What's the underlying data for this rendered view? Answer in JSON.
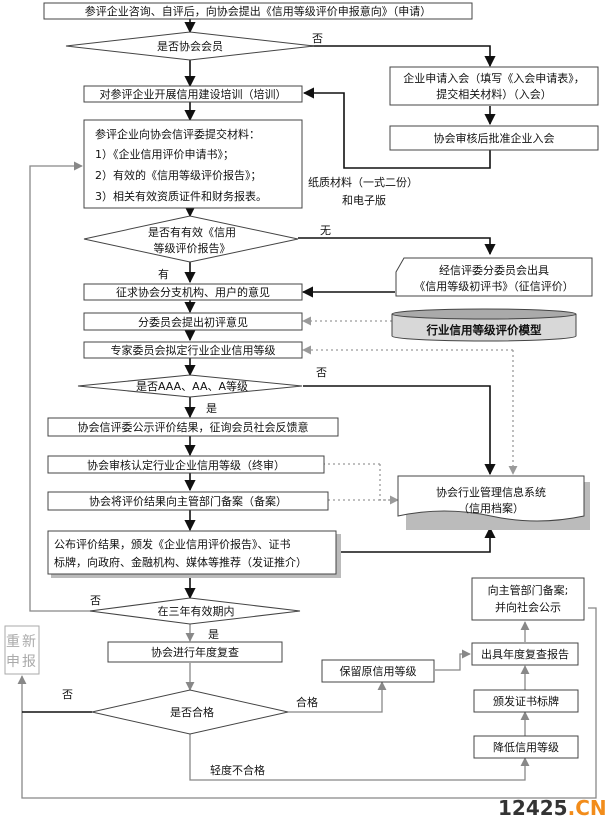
{
  "nodes": {
    "apply_intent": "参评企业咨询、自评后，向协会提出《信用等级评价申报意向》（申请）",
    "is_member": "是否协会会员",
    "join_apply_1": "企业申请入会（填写《入会申请表》，",
    "join_apply_2": "提交相关材料）（入会）",
    "join_approve": "协会审核后批准企业入会",
    "training": "对参评企业开展信用建设培训（培训）",
    "submit_title": "参评企业向协会信评委提交材料：",
    "submit_1": "1）《企业信用评价申请书》；",
    "submit_2": "2）有效的《信用等级评价报告》；",
    "submit_3": "3）相关有效资质证件和财务报表。",
    "paper_1": "纸质材料（一式二份）",
    "paper_2": "和电子版",
    "has_report_1": "是否有有效《信用",
    "has_report_2": "等级评价报告》",
    "subcommittee_1": "经信评委分委员会出具",
    "subcommittee_2": "《信用等级初评书》（征信评价）",
    "solicit": "征求协会分支机构、用户的意见",
    "initial_opinion": "分委员会提出初评意见",
    "model": "行业信用等级评价模型",
    "expert_draft": "专家委员会拟定行业企业信用等级",
    "is_aaa": "是否AAA、AA、A等级",
    "publicize": "协会信评委公示评价结果，征询会员社会反馈意",
    "final_review": "协会审核认定行业企业信用等级（终审）",
    "filing": "协会将评价结果向主管部门备案（备案）",
    "mis_1": "协会行业管理信息系统",
    "mis_2": "（信用档案）",
    "publish_1": "公布评价结果，颁发《企业信用评价报告》、证书",
    "publish_2": "标牌，向政府、金融机构、媒体等推荐（发证推介）",
    "report_competent_1": "向主管部门备案;",
    "report_competent_2": "并向社会公示",
    "in_validity": "在三年有效期内",
    "annual_review": "协会进行年度复查",
    "keep_grade": "保留原信用等级",
    "annual_report": "出具年度复查报告",
    "is_pass": "是否合格",
    "issue_cert": "颁发证书标牌",
    "lower_grade": "降低信用等级",
    "reapply": "重新申报"
  },
  "labels": {
    "no": "否",
    "no_alt": "无",
    "yes_have": "有",
    "yes": "是",
    "pass": "合格",
    "minor_fail": "轻度不合格"
  },
  "watermark": {
    "num": "12425",
    "dom": ".CN"
  }
}
